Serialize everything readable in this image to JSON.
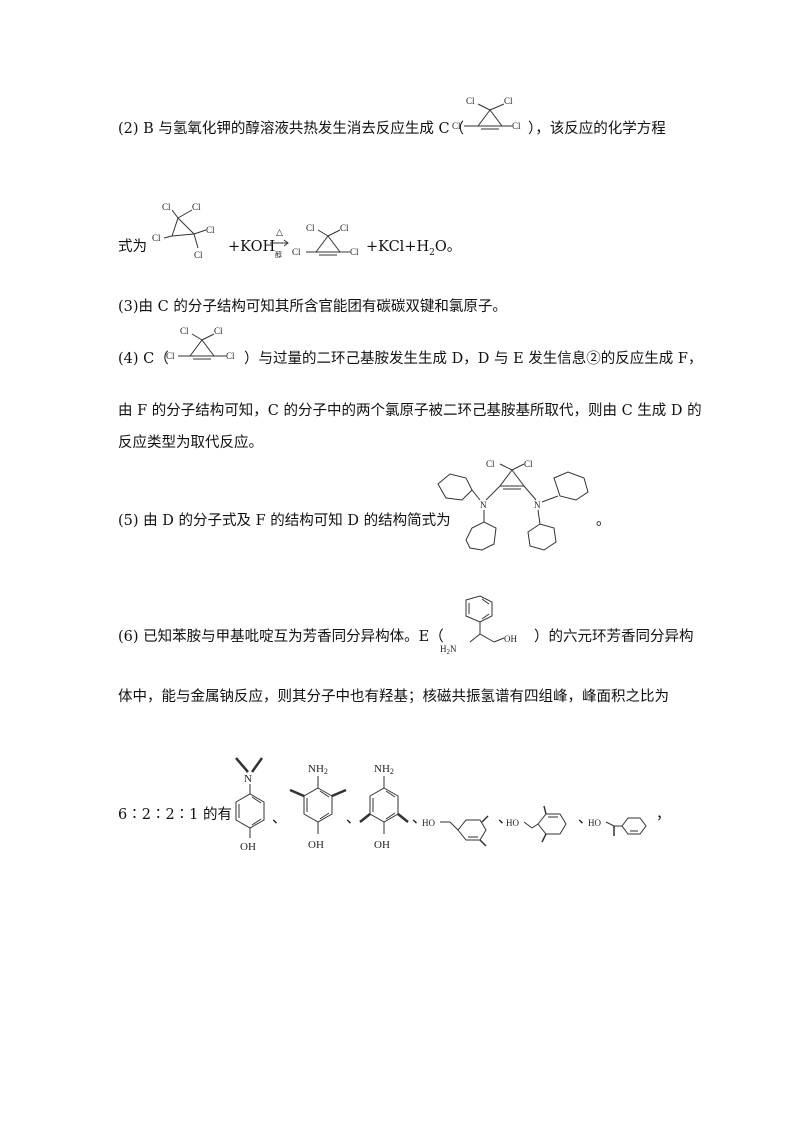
{
  "q2": {
    "line1_pre": "(2) B 与氢氧化钾的醇溶液共热发生消去反应生成 C（",
    "line1_post": "），该反应的化学方程",
    "line2_pre": "式为",
    "koh": "+KOH",
    "heat": "△",
    "alcohol": "醇",
    "products": "+KCl+H",
    "sub2": "2",
    "tail": "O。"
  },
  "q3": {
    "text": "(3)由 C 的分子结构可知其所含官能团有碳碳双键和氯原子。"
  },
  "q4": {
    "line1_pre": "(4) C（",
    "line1_post": "）与过量的二环己基胺发生生成 D，D 与 E 发生信息②的反应生成 F，",
    "line2": "由 F 的分子结构可知，C 的分子中的两个氯原子被二环己基胺基所取代，则由 C 生成 D 的",
    "line3": "反应类型为取代反应。"
  },
  "q5": {
    "text": "(5)  由 D 的分子式及 F 的结构可知 D 的结构简式为",
    "end": "。"
  },
  "q6": {
    "line1_pre": "(6)  已知苯胺与甲基吡啶互为芳香同分异构体。E（",
    "line1_post": "）的六元环芳香同分异构",
    "line2": "体中，能与金属钠反应，则其分子中也有羟基；核磁共振氢谱有四组峰，峰面积之比为",
    "line3_pre": "6∶2∶2∶1 的有",
    "sep": "、",
    "end": "，"
  },
  "atoms": {
    "cl": "Cl",
    "n": "N",
    "nh2": "NH",
    "h2n_h": "H",
    "h2n_n": "N",
    "two": "2",
    "oh": "OH",
    "ho": "HO"
  }
}
